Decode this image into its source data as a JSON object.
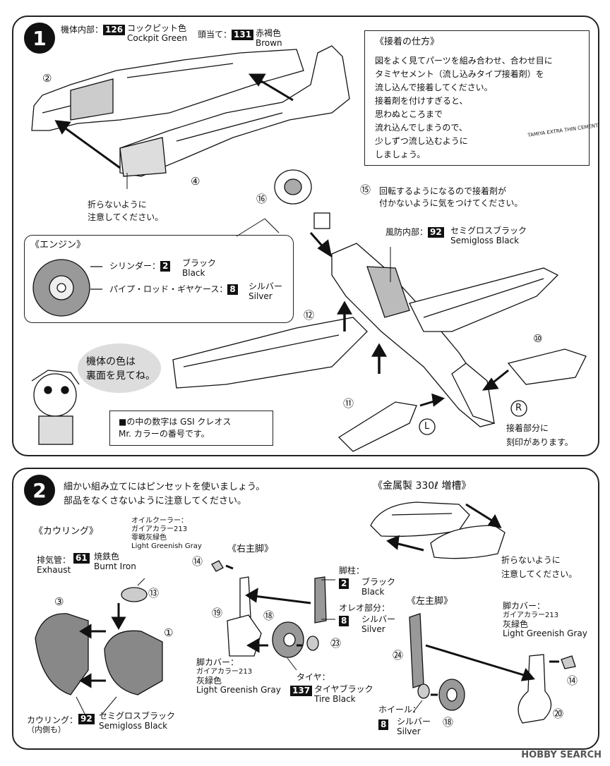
{
  "step1": {
    "number": "1",
    "interior_label": "機体内部：",
    "interior_code": "126",
    "interior_color_jp": "コックピット色",
    "interior_color_en": "Cockpit Green",
    "headrest_label": "頭当て：",
    "headrest_code": "131",
    "headrest_color_jp": "赤褐色",
    "headrest_color_en": "Brown",
    "callout_2": "②",
    "callout_4": "④",
    "callout_12": "⑫",
    "callout_15": "⑮",
    "callout_16": "⑯",
    "callout_10": "⑩",
    "callout_11": "⑪",
    "dont_break": [
      "折らないように",
      "注意してください。"
    ],
    "glue_box": {
      "title": "《接着の仕方》",
      "lines": [
        "図をよく見てパーツを組み合わせ、合わせ目に",
        "タミヤセメント（流し込みタイプ接着剤）を",
        "流し込んで接着してください。",
        "接着剤を付けすぎると、",
        "思わぬところまで",
        "流れ込んでしまうので、",
        "少しずつ流し込むように",
        "しましょう。"
      ],
      "bottle_text": "TAMIYA EXTRA THIN CEMENT"
    },
    "rotate_note": [
      "回転するようになるので接着剤が",
      "付かないように気をつけてください。"
    ],
    "windshield_label": "風防内部：",
    "windshield_code": "92",
    "windshield_color_jp": "セミグロスブラック",
    "windshield_color_en": "Semigloss Black",
    "engine": {
      "title": "《エンジン》",
      "cylinder_label": "シリンダー：",
      "cylinder_code": "2",
      "cylinder_color_jp": "ブラック",
      "cylinder_color_en": "Black",
      "pipe_label": "パイプ・ロッド・ギヤケース：",
      "pipe_code": "8",
      "pipe_color_jp": "シルバー",
      "pipe_color_en": "Silver"
    },
    "speech": [
      "機体の色は",
      "裏面を見てね。"
    ],
    "gsi_note": [
      "■の中の数字は GSI クレオス",
      "Mr. カラーの番号です。"
    ],
    "mark_R": "R",
    "mark_L": "L",
    "engraved_note": [
      "接着部分に",
      "刻印があります。"
    ]
  },
  "step2": {
    "number": "2",
    "intro": [
      "細かい組み立てにはピンセットを使いましょう。",
      "部品をなくさないように注意してください。"
    ],
    "cowling_title": "《カウリング》",
    "oil_cooler": [
      "オイルクーラー：",
      "ガイアカラー213",
      "零戦灰緑色",
      "Light Greenish Gray"
    ],
    "exhaust_label_jp": "排気管：",
    "exhaust_label_en": "Exhaust",
    "exhaust_code": "61",
    "exhaust_color_jp": "焼鉄色",
    "exhaust_color_en": "Burnt Iron",
    "callout_13": "⑬",
    "callout_3": "③",
    "callout_1": "①",
    "cowling_label_jp": "カウリング：",
    "cowling_label_sub": "（内側も）",
    "cowling_code": "92",
    "cowling_color_jp": "セミグロスブラック",
    "cowling_color_en": "Semigloss Black",
    "right_leg_title": "《右主脚》",
    "callout_14a": "⑭",
    "callout_19": "⑲",
    "callout_18a": "⑱",
    "callout_23": "㉓",
    "strut_label": "脚柱：",
    "strut_code": "2",
    "strut_color_jp": "ブラック",
    "strut_color_en": "Black",
    "oleo_label": "オレオ部分：",
    "oleo_code": "8",
    "oleo_color_jp": "シルバー",
    "oleo_color_en": "Silver",
    "leg_cover": [
      "脚カバー：",
      "ガイアカラー213",
      "灰緑色",
      "Light Greenish Gray"
    ],
    "tire_label": "タイヤ：",
    "tire_code": "137",
    "tire_color_jp": "タイヤブラック",
    "tire_color_en": "Tire Black",
    "tank_title": "《金属製 330ℓ 増槽》",
    "tank_note": [
      "折らないように",
      "注意してください。"
    ],
    "left_leg_title": "《左主脚》",
    "leg_cover_left": [
      "脚カバー：",
      "ガイアカラー213",
      "灰緑色",
      "Light Greenish Gray"
    ],
    "callout_24": "㉔",
    "callout_14b": "⑭",
    "callout_18b": "⑱",
    "callout_20": "⑳",
    "wheel_label": "ホイール：",
    "wheel_code": "8",
    "wheel_color_jp": "シルバー",
    "wheel_color_en": "Silver"
  },
  "watermark": "HOBBY SEARCH"
}
